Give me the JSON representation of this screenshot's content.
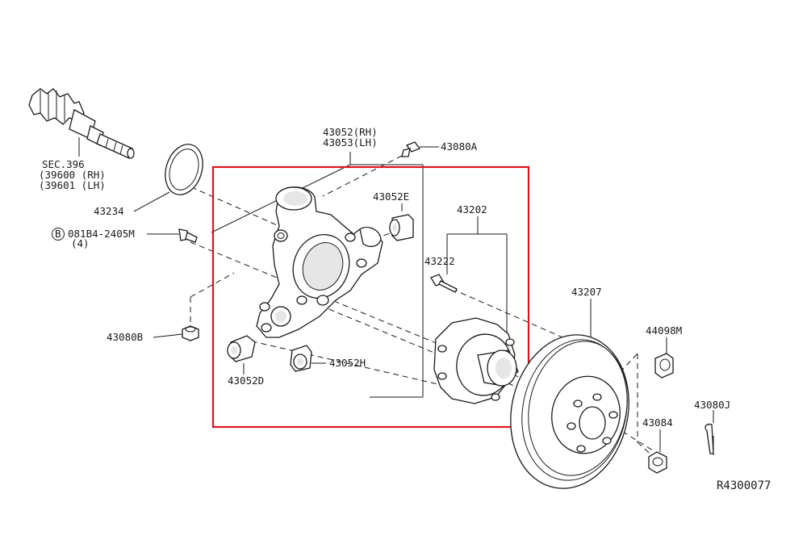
{
  "colors": {
    "highlight": "#e0141e",
    "ink": "#1a1a1a"
  },
  "labels": {
    "sec396": "SEC.396",
    "sec396_rh": "(39600 (RH)",
    "sec396_lh": "(39601 (LH)",
    "knuckle_rh": "43052(RH)",
    "knuckle_lh": "43053(LH)",
    "p43080a": "43080A",
    "p43052e": "43052E",
    "p43234": "43234",
    "bolt_circle": "B",
    "bolt": "081B4-2405M",
    "bolt_qty": "(4)",
    "p43080b": "43080B",
    "p43052d": "43052D",
    "p43052h": "43052H",
    "p43202": "43202",
    "p43222": "43222",
    "p43207": "43207",
    "p44098m": "44098M",
    "p43084": "43084",
    "p43080j": "43080J",
    "diagram_code": "R4300077"
  }
}
